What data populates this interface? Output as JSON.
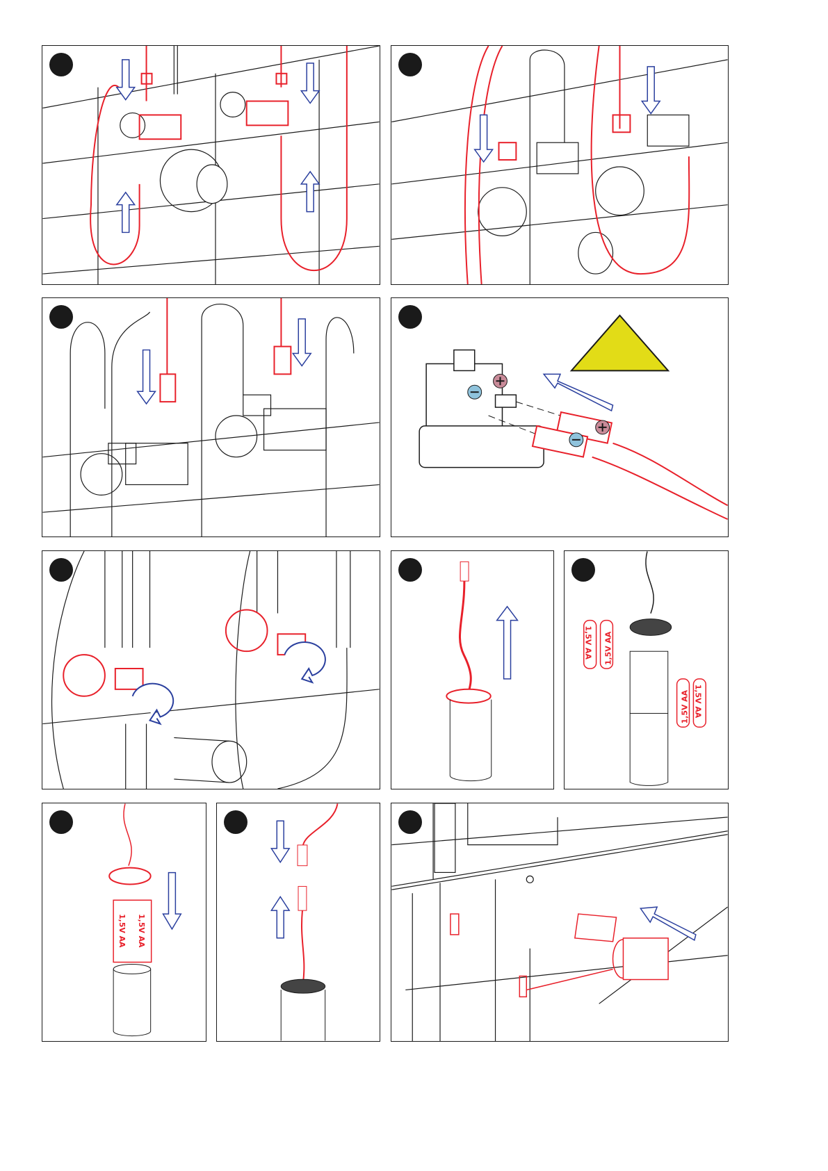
{
  "colors": {
    "line": "#1a1a1a",
    "red": "#e8202a",
    "arrow": "#2a3f9e",
    "warning": "#e2dc17",
    "minus": "#8fc3dc",
    "plus": "#c98b99"
  },
  "batteries": {
    "label": "1,5V AA"
  },
  "steps": [
    {
      "illustration": "connect-hoses-to-valves"
    },
    {
      "illustration": "connect-hoses-alternate"
    },
    {
      "illustration": "connect-valve-wires"
    },
    {
      "illustration": "polarity-warning"
    },
    {
      "illustration": "open-angle-valves"
    },
    {
      "illustration": "remove-battery-cap"
    },
    {
      "illustration": "insert-batteries"
    },
    {
      "illustration": "close-battery-case"
    },
    {
      "illustration": "connect-plug"
    },
    {
      "illustration": "mount-battery-box"
    }
  ]
}
